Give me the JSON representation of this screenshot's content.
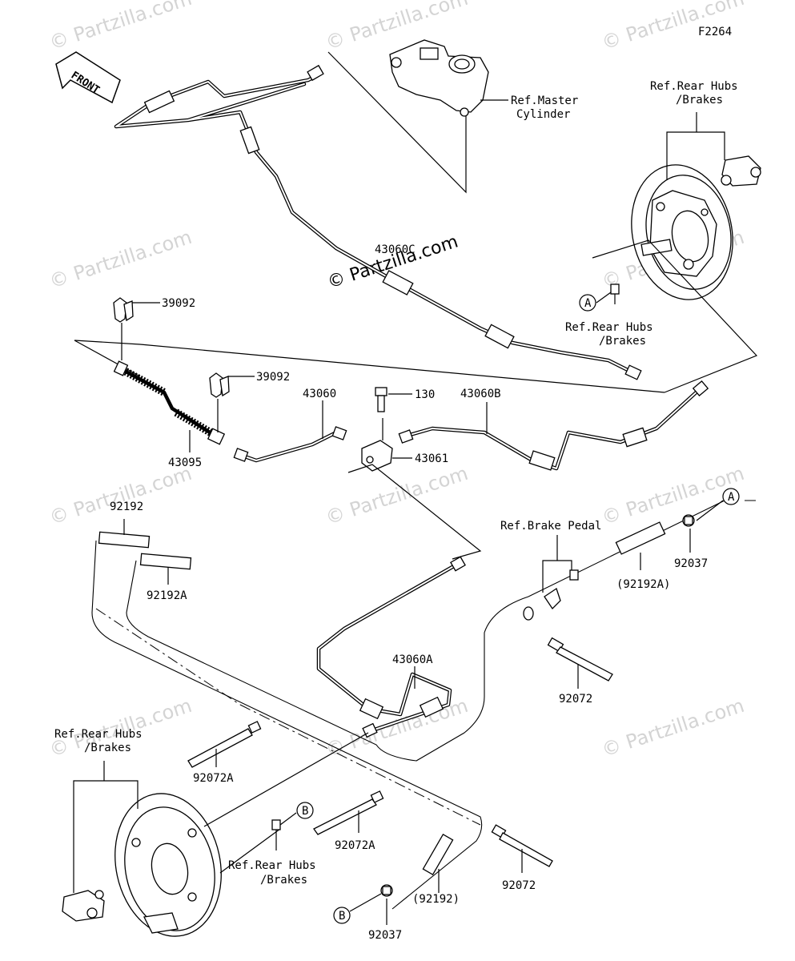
{
  "diagram_code": "F2264",
  "front_arrow_label": "FRONT",
  "watermark": "© Partzilla.com",
  "labels": {
    "master_cylinder": [
      "Ref.Master",
      "Cylinder"
    ],
    "rear_hubs_top_right": [
      "Ref.Rear Hubs",
      "/Brakes"
    ],
    "rear_hubs_mid_right": [
      "Ref.Rear Hubs",
      "/Brakes"
    ],
    "rear_hubs_left": [
      "Ref.Rear Hubs",
      "/Brakes"
    ],
    "rear_hubs_bottom": [
      "Ref.Rear Hubs",
      "/Brakes"
    ],
    "brake_pedal": "Ref.Brake Pedal"
  },
  "parts": {
    "p43060C": "43060C",
    "p39092a": "39092",
    "p39092b": "39092",
    "p43060": "43060",
    "p130": "130",
    "p43060B": "43060B",
    "p43095": "43095",
    "p43061": "43061",
    "p92192": "92192",
    "p92192A": "92192A",
    "p92037a": "92037",
    "p92192A_ref": "(92192A)",
    "p43060A": "43060A",
    "p92072a": "92072",
    "p92072A_a": "92072A",
    "p92072A_b": "92072A",
    "p92072b": "92072",
    "p92192_ref": "(92192)",
    "p92037b": "92037"
  },
  "refs": {
    "A": "A",
    "B": "B"
  }
}
